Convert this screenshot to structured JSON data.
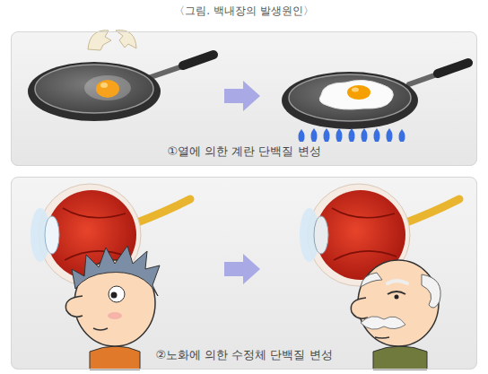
{
  "diagram": {
    "title": "〈그림. 백내장의 발생원인〉",
    "nodes": [
      {
        "text": [
          "①열에 의한 계란 단백질 변성"
        ]
      },
      {
        "text": [
          "②노화에 의한 수정체 단백질 변성"
        ]
      }
    ]
  }
}
